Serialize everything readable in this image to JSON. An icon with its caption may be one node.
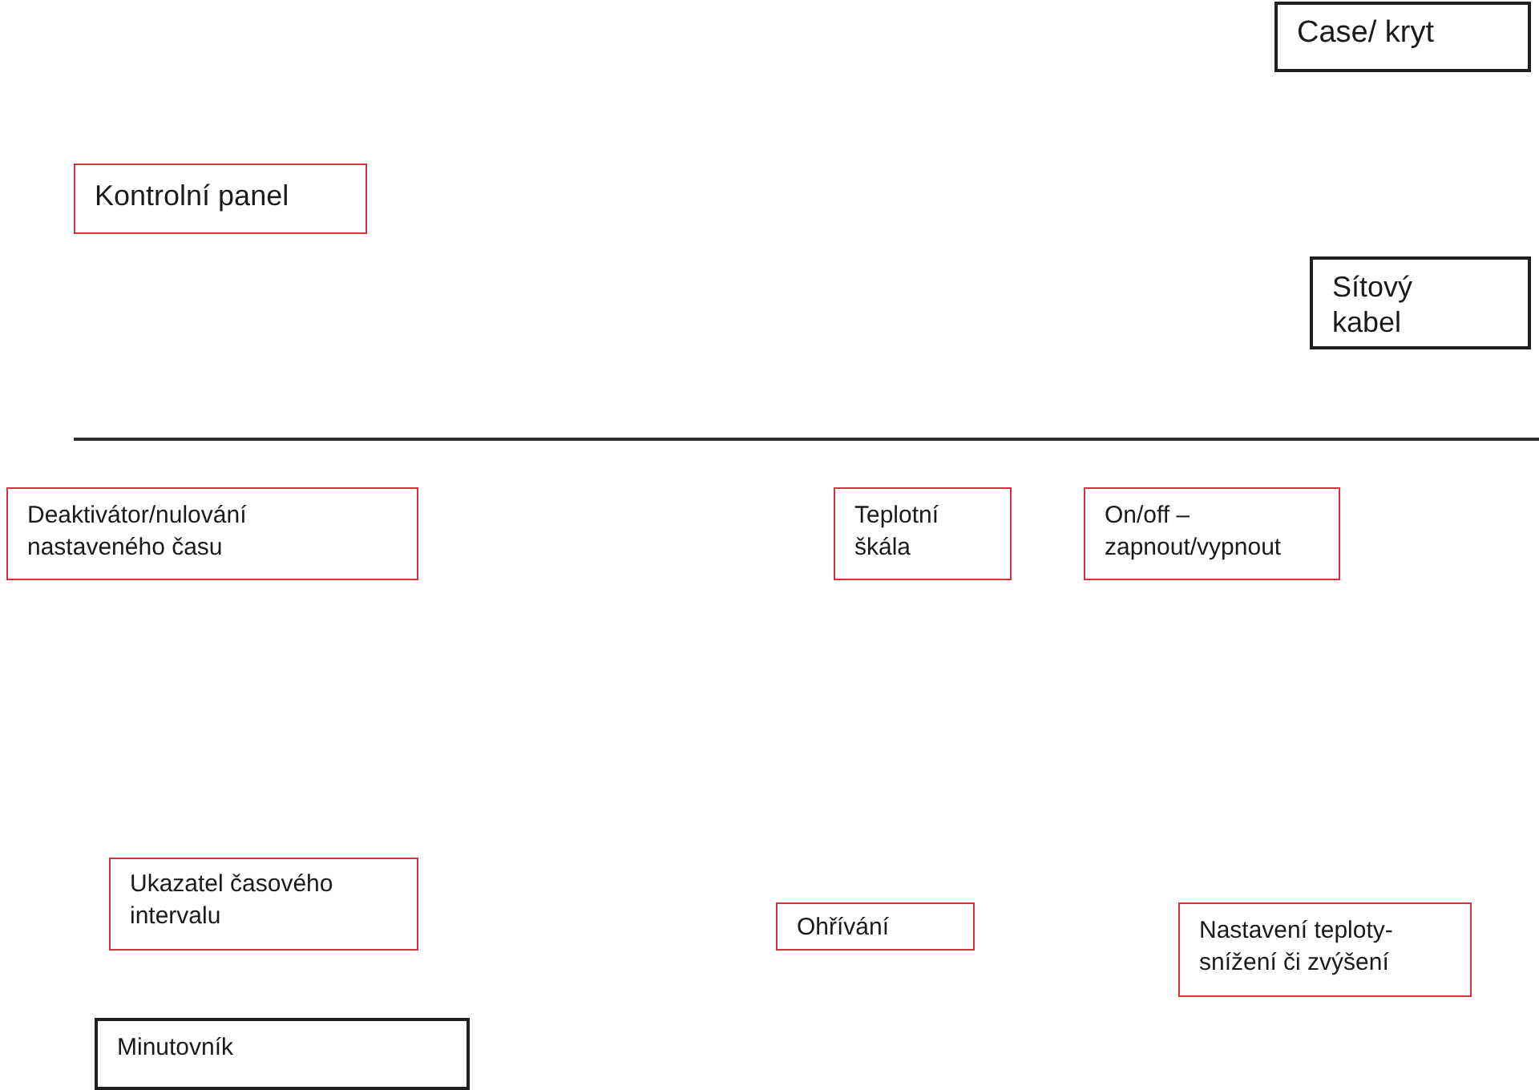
{
  "diagram": {
    "nodes": [
      {
        "text": [
          "Case/ kryt"
        ]
      },
      {
        "text": [
          "Kontrolní panel"
        ]
      },
      {
        "text": [
          "Sítový kabel"
        ]
      },
      {
        "text": [
          "Deaktivátor/nulování nastaveného času"
        ]
      },
      {
        "text": [
          "Teplotní škála"
        ]
      },
      {
        "text": [
          "On/off – zapnout/vypnout"
        ]
      },
      {
        "text": [
          "Ukazatel časového intervalu"
        ]
      },
      {
        "text": [
          "Ohřívání"
        ]
      },
      {
        "text": [
          "Nastavení teploty- snížení či zvýšení"
        ]
      },
      {
        "text": [
          "Minutovník"
        ]
      }
    ]
  }
}
